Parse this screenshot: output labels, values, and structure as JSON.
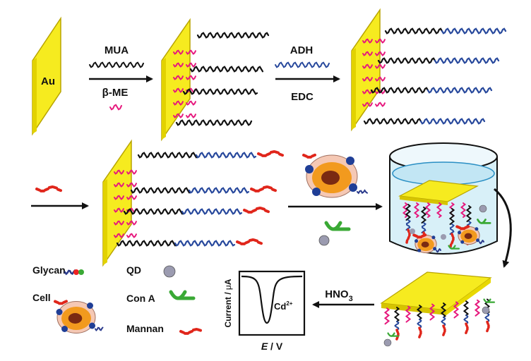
{
  "colors": {
    "gold": "#f6eb1f",
    "gold_edge": "#c9b400",
    "mua_chain": "#111111",
    "bme_chain": "#e6187d",
    "adh_chain": "#27489c",
    "mannan": "#e0261b",
    "qd": "#9b9bb0",
    "con_a": "#3aa935",
    "cell_body": "#f29a1e",
    "cell_nucleus": "#7a2a12",
    "cell_outer": "#f5c8b4",
    "solution": "#c9eaf6"
  },
  "step1": {
    "electrode_label": "Au",
    "reagent_top": "MUA",
    "reagent_bottom": "β-ME"
  },
  "step2": {
    "reagent_top": "ADH",
    "reagent_bottom": "EDC"
  },
  "step5": {
    "reagent": "HNO",
    "reagent_sub": "3"
  },
  "legend": {
    "glycan": "Glycan",
    "cell": "Cell",
    "qd": "QD",
    "con_a": "Con A",
    "mannan": "Mannan"
  },
  "plot": {
    "ylabel_prefix": "Current / ",
    "ylabel_unit_symbol": "μ",
    "ylabel_unit": "A",
    "xlabel_var": "E",
    "xlabel_rest": " / V",
    "peak_label": "Cd",
    "peak_sup": "2+"
  }
}
